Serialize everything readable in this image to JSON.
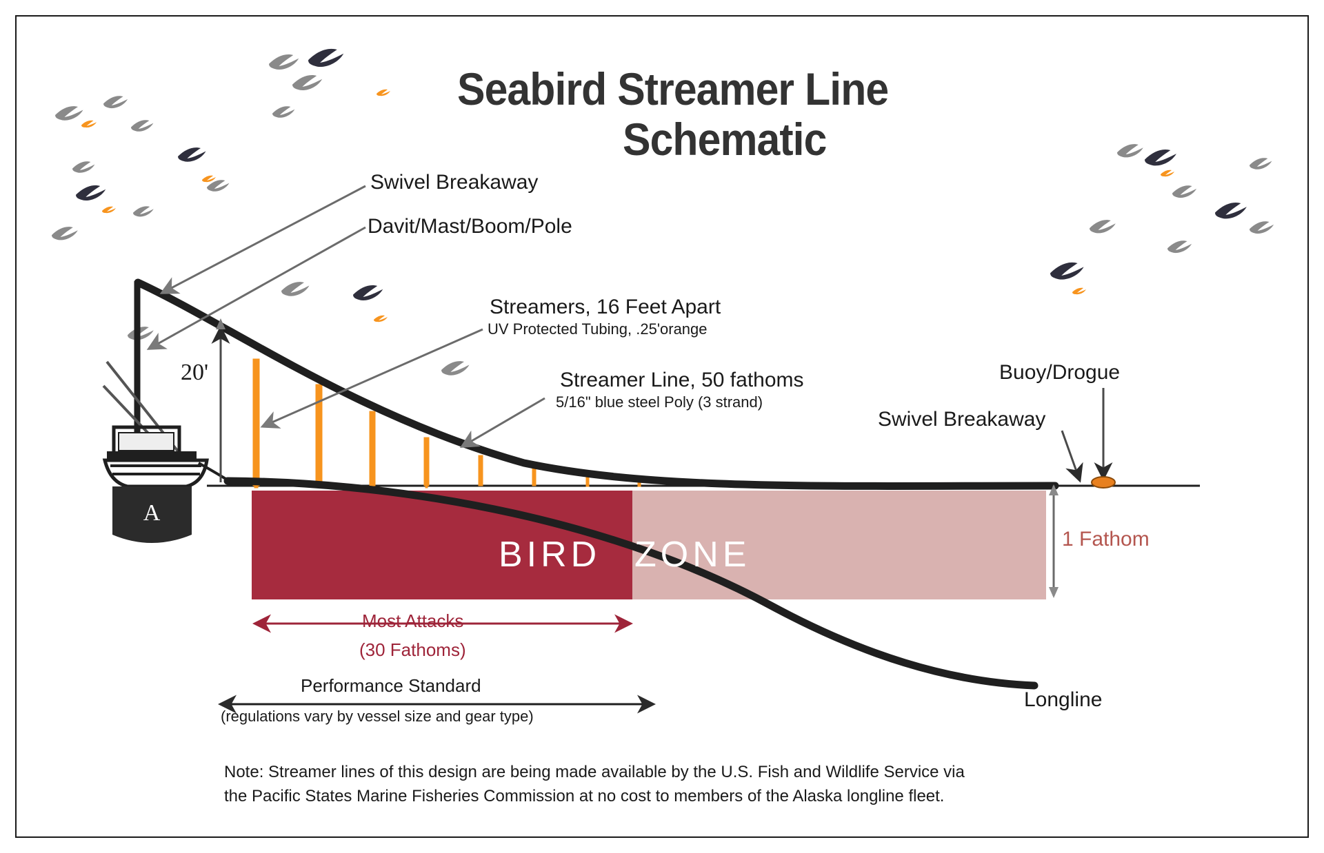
{
  "title": {
    "line1": "Seabird Streamer Line",
    "line2": "Schematic"
  },
  "labels": {
    "swivel_breakaway_top": "Swivel Breakaway",
    "davit": "Davit/Mast/Boom/Pole",
    "streamers_main": "Streamers, 16 Feet Apart",
    "streamers_sub": "UV Protected Tubing, .25'orange",
    "streamer_line_main": "Streamer Line, 50 fathoms",
    "streamer_line_sub": "5/16\" blue steel Poly (3 strand)",
    "buoy_drogue": "Buoy/Drogue",
    "swivel_breakaway_right": "Swivel Breakaway",
    "height_mark": "20'",
    "one_fathom": "1 Fathom",
    "longline": "Longline",
    "bird": "BIRD",
    "zone": "ZONE",
    "most_attacks": "Most Attacks",
    "most_attacks_sub": "(30 Fathoms)",
    "performance_standard": "Performance Standard",
    "performance_standard_sub": "(regulations vary by vessel size and gear type)"
  },
  "note": {
    "line1": "Note: Streamer lines of this design are being made available by the U.S. Fish and Wildlife Service via",
    "line2": "the Pacific States Marine Fisheries Commission at no cost to members of the Alaska longline fleet."
  },
  "colors": {
    "bird_zone_dark": "#a62b3e",
    "bird_zone_light": "#d9b2b0",
    "streamer_orange": "#f7941e",
    "line_dark": "#1f1f1f",
    "annotation_red": "#9e2439",
    "border": "#1a1a1a",
    "gull_gray": "#8a8a8a",
    "gull_dark": "#3a3a48"
  },
  "chart_data": {
    "type": "diagram",
    "title": "Seabird Streamer Line Schematic",
    "elements": [
      {
        "name": "streamer-line",
        "length_fathoms": 50,
        "material": "5/16\" blue steel Poly (3 strand)"
      },
      {
        "name": "streamers",
        "spacing_feet": 16,
        "material": "UV Protected Tubing, .25' orange",
        "count": 8
      },
      {
        "name": "pole-height",
        "value_feet": 20
      },
      {
        "name": "bird-zone-depth",
        "value": "1 Fathom"
      },
      {
        "name": "most-attacks-span",
        "value_fathoms": 30
      }
    ]
  }
}
